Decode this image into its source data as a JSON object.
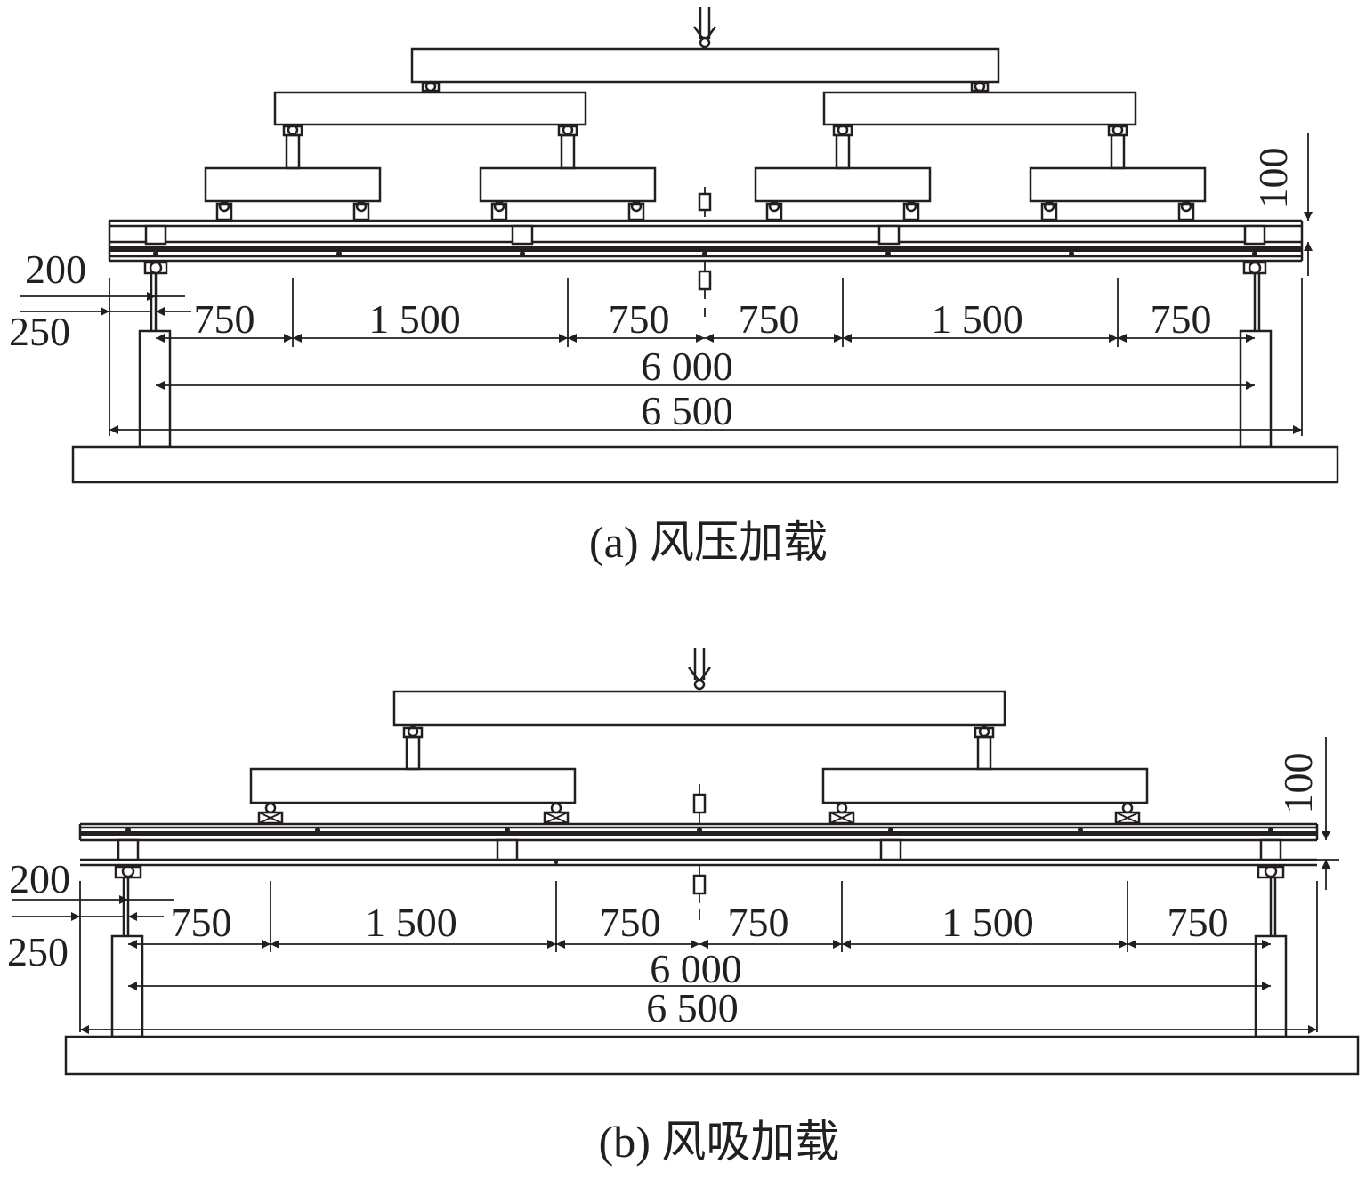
{
  "colors": {
    "ink": "#231f20",
    "background": "#ffffff"
  },
  "panels": [
    {
      "id": "a",
      "caption": "(a) 风压加载",
      "spans": [
        "750",
        "1 500",
        "750",
        "750",
        "1 500",
        "750"
      ],
      "total_inner": "6 000",
      "total_outer": "6 500",
      "left_offsets": [
        "200",
        "250"
      ],
      "depth": "100",
      "spreader_levels": 3,
      "spreader_beams": 7
    },
    {
      "id": "b",
      "caption": "(b) 风吸加载",
      "spans": [
        "750",
        "1 500",
        "750",
        "750",
        "1 500",
        "750"
      ],
      "total_inner": "6 000",
      "total_outer": "6 500",
      "left_offsets": [
        "200",
        "250"
      ],
      "depth": "100",
      "spreader_levels": 2,
      "spreader_beams": 3
    }
  ]
}
